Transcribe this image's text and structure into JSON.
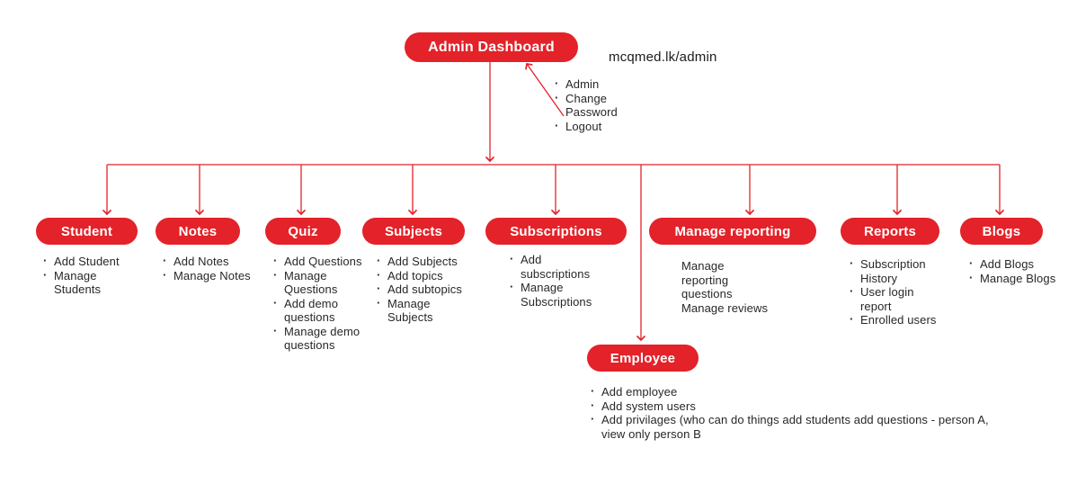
{
  "colors": {
    "accent_red": "#e32229",
    "text": "#2a2627",
    "pill_text": "#ffffff",
    "background": "#ffffff"
  },
  "root": {
    "label": "Admin Dashboard",
    "url_note": "mcqmed.lk/admin"
  },
  "account_menu": {
    "items": [
      "Admin",
      "Change\nPassword",
      "Logout"
    ]
  },
  "nodes": {
    "student": {
      "label": "Student",
      "items": [
        "Add Student",
        "Manage\nStudents"
      ]
    },
    "notes": {
      "label": "Notes",
      "items": [
        "Add Notes",
        "Manage Notes"
      ]
    },
    "quiz": {
      "label": "Quiz",
      "items": [
        "Add Questions",
        "Manage\nQuestions",
        "Add demo\nquestions",
        "Manage demo\nquestions"
      ]
    },
    "subjects": {
      "label": "Subjects",
      "items": [
        "Add Subjects",
        "Add topics",
        "Add subtopics",
        "Manage\nSubjects"
      ]
    },
    "subscriptions": {
      "label": "Subscriptions",
      "items": [
        "Add\nsubscriptions",
        "Manage\nSubscriptions"
      ]
    },
    "manage_reporting": {
      "label": "Manage reporting",
      "note": "Manage\nreporting\nquestions\nManage reviews"
    },
    "reports": {
      "label": "Reports",
      "items": [
        "Subscription\nHistory",
        "User login\nreport",
        "Enrolled users"
      ]
    },
    "blogs": {
      "label": "Blogs",
      "items": [
        "Add Blogs",
        "Manage Blogs"
      ]
    },
    "employee": {
      "label": "Employee",
      "items": [
        "Add employee",
        "Add system users",
        "Add privilages (who can do things add students add questions - person A,\nview only person B"
      ]
    }
  }
}
